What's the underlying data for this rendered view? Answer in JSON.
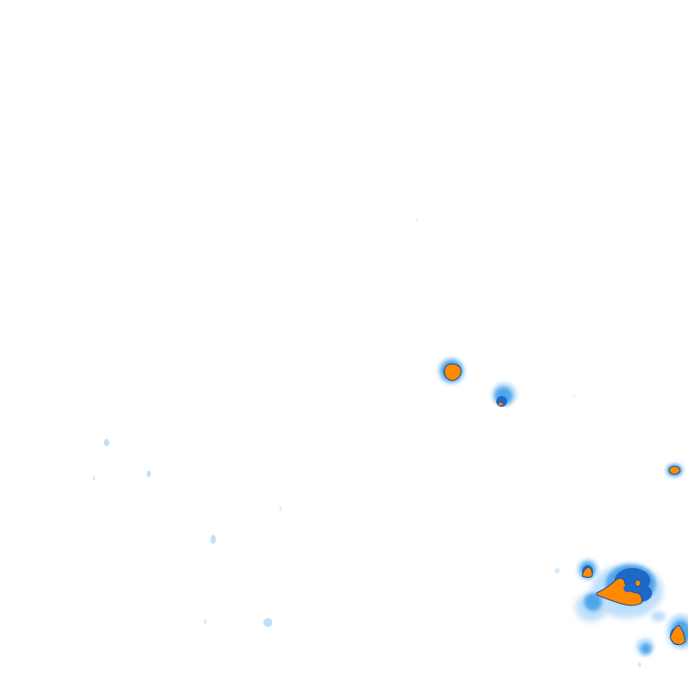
{
  "map": {
    "kind": "precipitation-radar-tile",
    "background_color": "#ffffff",
    "intensity_colors": {
      "light": "#bfe0fb",
      "moderate": "#4fa6ea",
      "heavy": "#1e68c8",
      "intense": "#ff8a00",
      "outline": "#1a4f9a"
    },
    "cells": [
      {
        "intensity": "intense"
      },
      {
        "intensity": "intense"
      },
      {
        "intensity": "intense"
      },
      {
        "intensity": "intense"
      },
      {
        "intensity": "intense"
      },
      {
        "intensity": "intense"
      },
      {
        "intensity": "light"
      },
      {
        "intensity": "light"
      },
      {
        "intensity": "light"
      },
      {
        "intensity": "light"
      },
      {
        "intensity": "light"
      },
      {
        "intensity": "light"
      }
    ]
  }
}
